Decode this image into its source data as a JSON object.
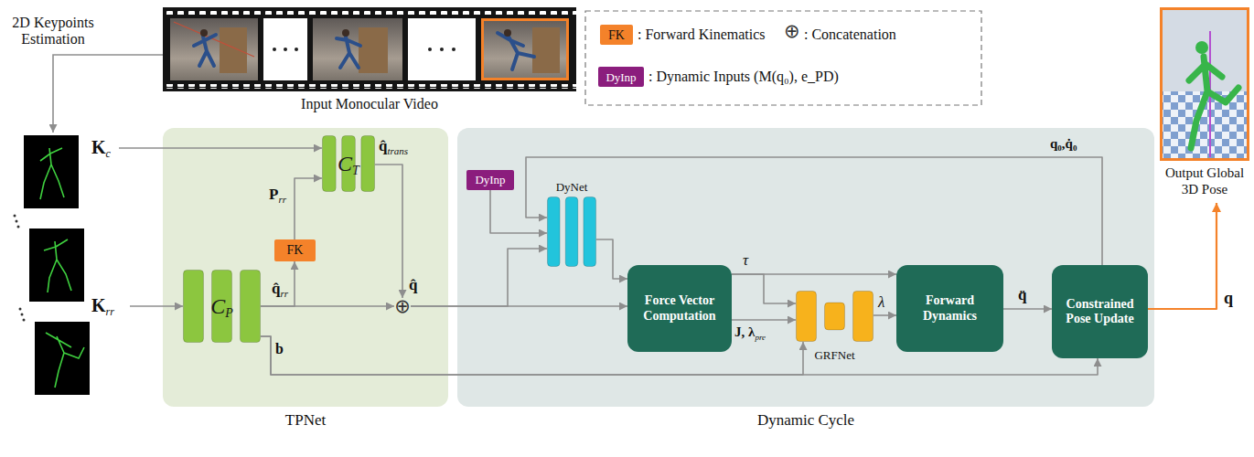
{
  "diagram": {
    "nodes": [
      {
        "text": [
          "Input Monocular Video"
        ]
      },
      {
        "text": [
          "Output Global 3D Pose"
        ]
      },
      {
        "text": [
          "TPNet"
        ]
      },
      {
        "text": [
          "C",
          "P"
        ],
        "in": 2
      },
      {
        "text": [
          "FK"
        ],
        "in": 2
      },
      {
        "text": [
          "C",
          "T"
        ],
        "in": 2
      },
      {
        "text": [
          "⊕"
        ],
        "in": 2
      },
      {
        "text": [
          "Dynamic Cycle"
        ]
      },
      {
        "text": [
          "DyInp"
        ],
        "in": 7
      },
      {
        "text": [
          "DyNet"
        ],
        "in": 7
      },
      {
        "text": [
          "Force Vector Computation"
        ],
        "in": 7
      },
      {
        "text": [
          "GRFNet"
        ],
        "in": 7
      },
      {
        "text": [
          "Forward Dynamics"
        ],
        "in": 7
      },
      {
        "text": [
          "Constrained Pose Update"
        ],
        "in": 7
      }
    ],
    "edges": [
      {
        "from": 3,
        "to": 4,
        "arrow": "to"
      },
      {
        "from": 4,
        "to": 5,
        "arrow": "to"
      },
      {
        "from": 5,
        "to": 6,
        "arrow": "to"
      },
      {
        "from": 3,
        "to": 6,
        "arrow": "to"
      },
      {
        "from": 6,
        "to": 10,
        "arrow": "to"
      },
      {
        "from": 6,
        "to": 9,
        "arrow": "to"
      },
      {
        "from": 8,
        "to": 9,
        "arrow": "to"
      },
      {
        "from": 13,
        "to": 9,
        "arrow": "to"
      },
      {
        "from": 9,
        "to": 10,
        "arrow": "to"
      },
      {
        "from": 10,
        "to": 12,
        "arrow": "to"
      },
      {
        "from": 10,
        "to": 11,
        "arrow": "to"
      },
      {
        "from": 10,
        "to": 11,
        "arrow": "to"
      },
      {
        "from": 11,
        "to": 12,
        "arrow": "to"
      },
      {
        "from": 12,
        "to": 13,
        "arrow": "to"
      },
      {
        "from": 3,
        "to": 11,
        "arrow": "to"
      },
      {
        "from": 3,
        "to": 13,
        "arrow": "to"
      },
      {
        "from": 13,
        "to": 1,
        "arrow": "to"
      }
    ],
    "labels": [
      "2D Keypoints Estimation",
      "FK",
      "⊕",
      "DyInp",
      "K",
      "c",
      "K",
      "rr",
      "P",
      "rr",
      "q̂",
      "trans",
      "q̂",
      "rr",
      "q̂",
      "b",
      "q₀,q̇₀",
      "τ",
      "J, λ",
      "pre",
      "λ",
      "q̈",
      "q"
    ],
    "legend": [
      {
        "text": ": Forward Kinematics",
        "color": "#f4822a"
      },
      {
        "text": ": Concatenation"
      },
      {
        "text": ": Dynamic Inputs (M(q₀), e_PD)",
        "color": "#8b1d7d"
      }
    ]
  }
}
